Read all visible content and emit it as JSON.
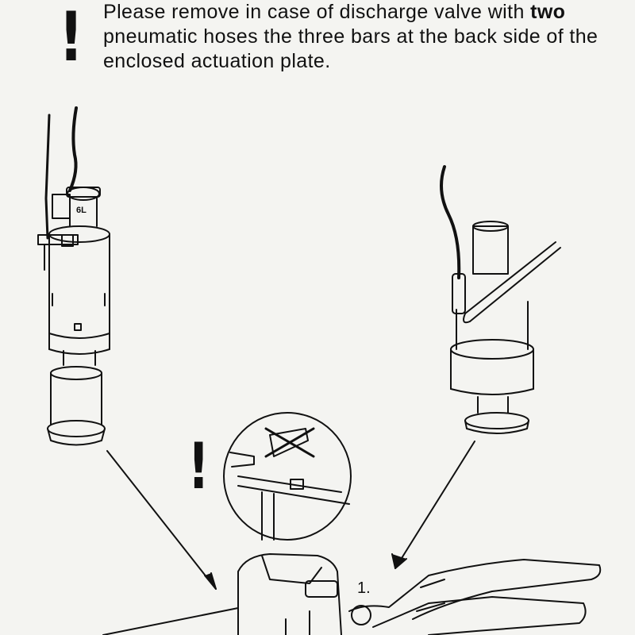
{
  "instruction": {
    "part1": "Please remove in case of discharge valve with ",
    "emphasis": "two",
    "part2": " pneumatic hoses the three bars at the back side of the enclosed actuation plate."
  },
  "warning_mark": "!",
  "valve_label": "6L",
  "step_label": "1.",
  "icons": [
    "exclamation-warning-icon",
    "crossed-out-bars-icon"
  ]
}
